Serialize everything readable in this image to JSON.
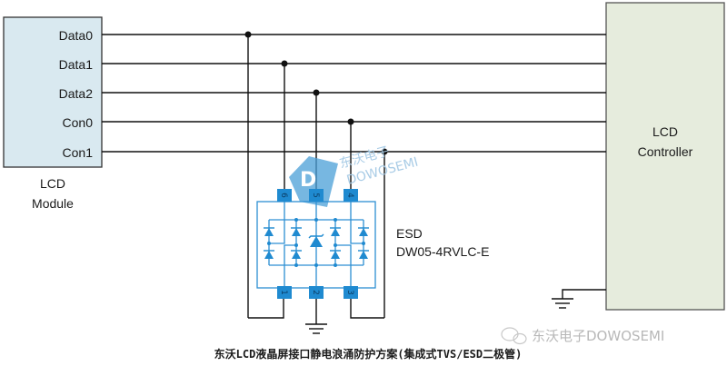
{
  "lcd_module": {
    "title_line1": "LCD",
    "title_line2": "Module",
    "pins": [
      "Data0",
      "Data1",
      "Data2",
      "Con0",
      "Con1"
    ],
    "fill": "#d9e9f0"
  },
  "lcd_controller": {
    "title_line1": "LCD",
    "title_line2": "Controller",
    "fill": "#e6ecdd"
  },
  "esd_device": {
    "label_line1": "ESD",
    "label_line2": "DW05-4RVLC-E",
    "top_pins": [
      "6",
      "5",
      "4"
    ],
    "bottom_pins": [
      "1",
      "2",
      "3"
    ],
    "color": "#1f8ad0"
  },
  "watermark": {
    "brand_cn": "东沃电子",
    "brand_en": "DOWOSEMI",
    "footer": "东沃电子DOWOSEMI"
  },
  "caption": "东沃LCD液晶屏接口静电浪涌防护方案(集成式TVS/ESD二极管)"
}
